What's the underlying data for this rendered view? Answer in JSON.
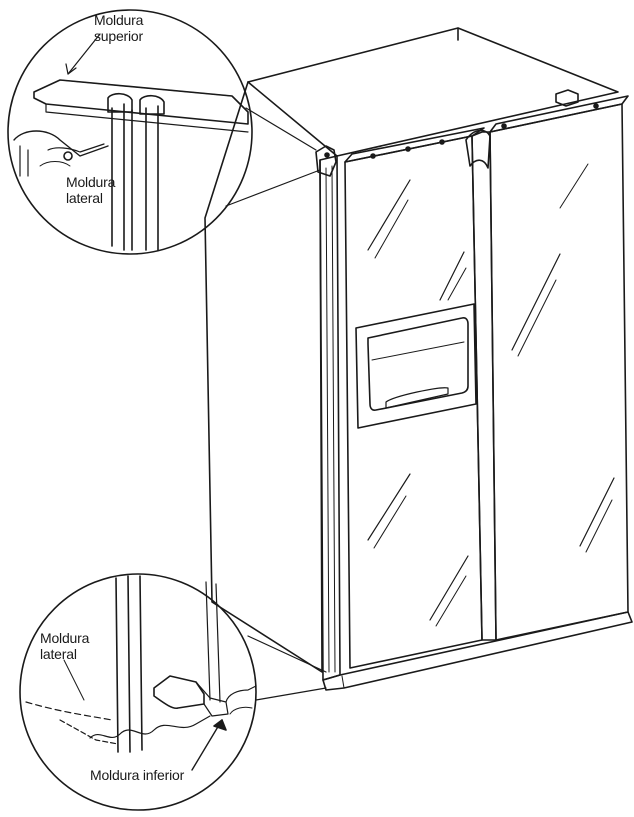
{
  "labels": {
    "top_trim_line1": "Moldura",
    "top_trim_line2": "superior",
    "side_trim_top_line1": "Moldura",
    "side_trim_top_line2": "lateral",
    "side_trim_bottom_line1": "Moldura",
    "side_trim_bottom_line2": "lateral",
    "bottom_trim": "Moldura inferior"
  },
  "colors": {
    "ink": "#1a1a1a",
    "background": "#ffffff"
  }
}
